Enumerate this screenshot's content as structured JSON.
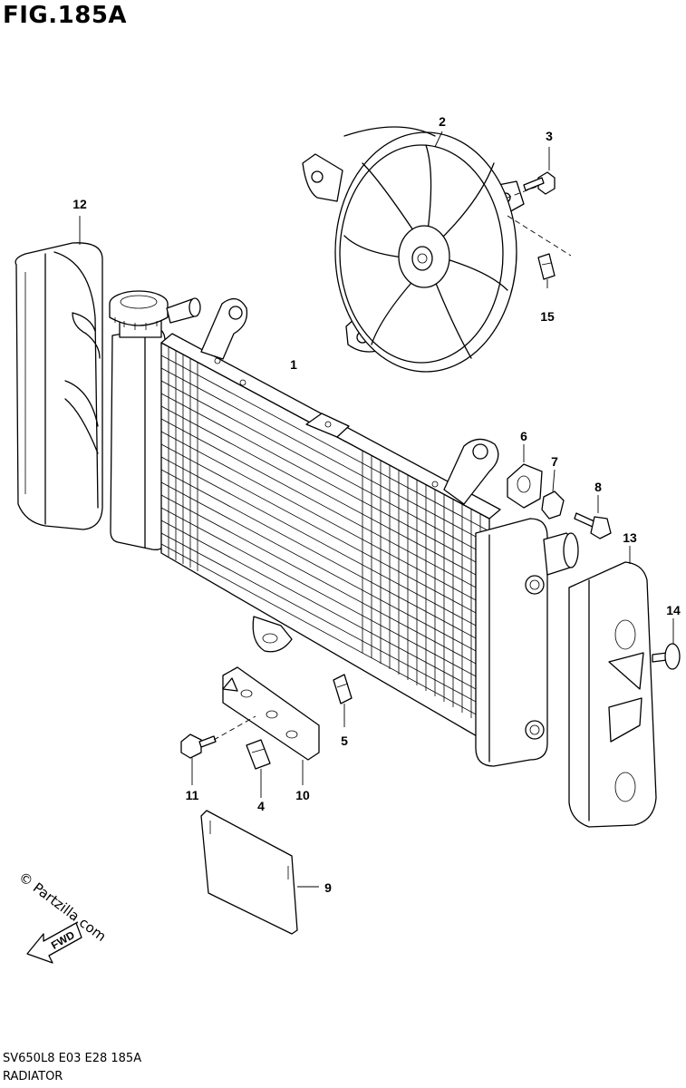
{
  "figure": {
    "title": "FIG.185A",
    "code": "SV650L8 E03 E28 185A",
    "name": "RADIATOR",
    "watermark": "© Partzilla.com",
    "fwd_label": "FWD"
  },
  "callouts": [
    {
      "id": "1",
      "part": "radiator"
    },
    {
      "id": "2",
      "part": "cooling-fan"
    },
    {
      "id": "3",
      "part": "fan-bolt"
    },
    {
      "id": "4",
      "part": "clip-nut"
    },
    {
      "id": "5",
      "part": "clip-nut"
    },
    {
      "id": "6",
      "part": "cushion"
    },
    {
      "id": "7",
      "part": "spacer"
    },
    {
      "id": "8",
      "part": "bolt"
    },
    {
      "id": "9",
      "part": "heat-shield-plate"
    },
    {
      "id": "10",
      "part": "bracket"
    },
    {
      "id": "11",
      "part": "bolt"
    },
    {
      "id": "12",
      "part": "left-side-cover"
    },
    {
      "id": "13",
      "part": "right-side-cover"
    },
    {
      "id": "14",
      "part": "bolt"
    },
    {
      "id": "15",
      "part": "clip-nut"
    }
  ]
}
